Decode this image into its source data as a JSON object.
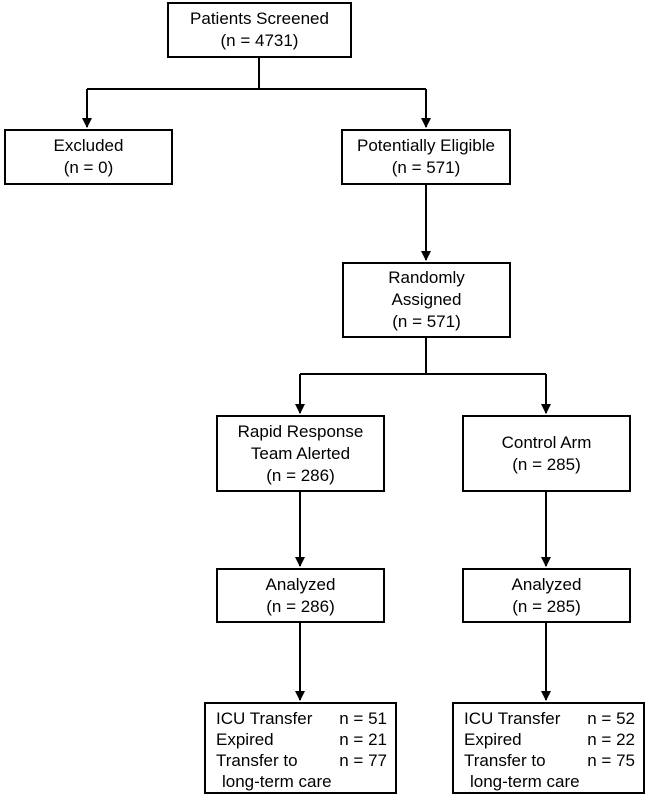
{
  "screened": {
    "title": "Patients Screened",
    "n": "(n = 4731)"
  },
  "excluded": {
    "title": "Excluded",
    "n": "(n = 0)"
  },
  "eligible": {
    "title": "Potentially Eligible",
    "n": "(n = 571)"
  },
  "randomized": {
    "line1": "Randomly",
    "line2": "Assigned",
    "n": "(n = 571)"
  },
  "rrt": {
    "line1": "Rapid Response",
    "line2": "Team Alerted",
    "n": "(n = 286)"
  },
  "control": {
    "title": "Control Arm",
    "n": "(n = 285)"
  },
  "analyzed_rrt": {
    "title": "Analyzed",
    "n": "(n = 286)"
  },
  "analyzed_control": {
    "title": "Analyzed",
    "n": "(n = 285)"
  },
  "outcomes_rrt": {
    "icu_label": "ICU Transfer",
    "icu_n": "n = 51",
    "expired_label": "Expired",
    "expired_n": "n = 21",
    "ltc_label": "Transfer to",
    "ltc_n": "n = 77",
    "ltc_cont": "long-term care"
  },
  "outcomes_control": {
    "icu_label": "ICU Transfer",
    "icu_n": "n = 52",
    "expired_label": "Expired",
    "expired_n": "n = 22",
    "ltc_label": "Transfer to",
    "ltc_n": "n = 75",
    "ltc_cont": "long-term care"
  }
}
